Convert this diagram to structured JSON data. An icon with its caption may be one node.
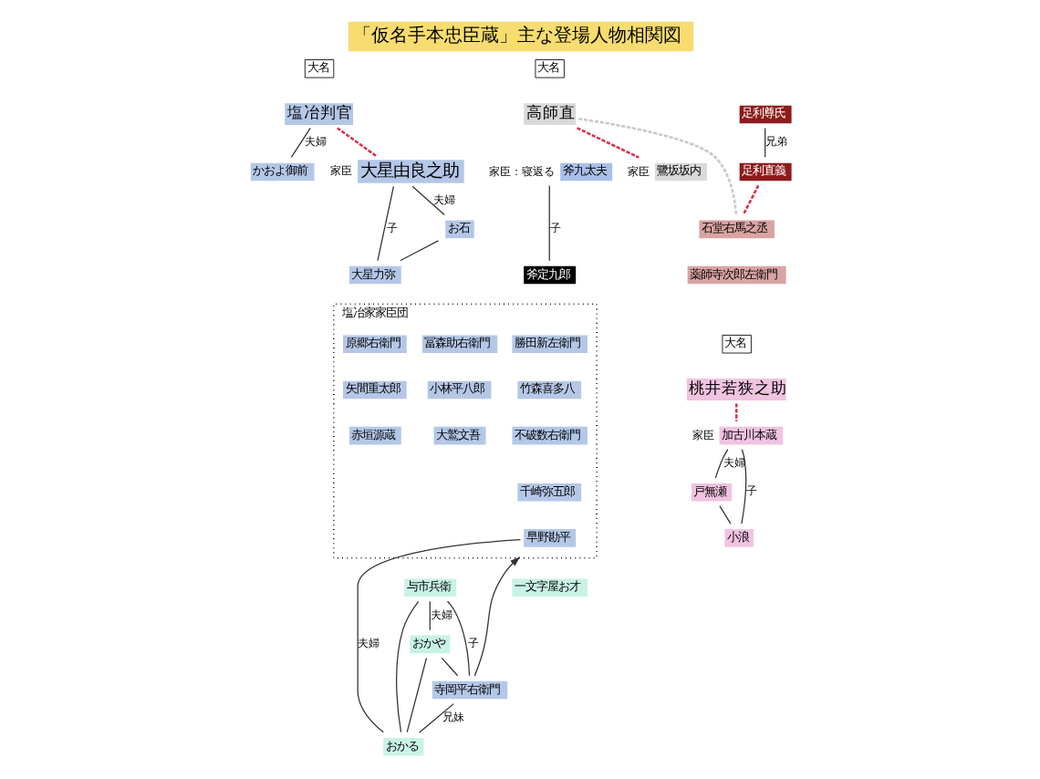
{
  "diagram": {
    "title": "「仮名手本忠臣蔵」主な登場人物相関図",
    "nodes": [
      {
        "text": [
          "大名"
        ]
      },
      {
        "text": [
          "塩冶判官"
        ]
      },
      {
        "text": [
          "かおよ御前"
        ]
      },
      {
        "text": [
          "大星由良之助"
        ],
        "beside": [
          "家臣"
        ]
      },
      {
        "text": [
          "お石"
        ]
      },
      {
        "text": [
          "大星力弥"
        ]
      },
      {
        "text": [
          "大名"
        ]
      },
      {
        "text": [
          "高師直"
        ]
      },
      {
        "text": [
          "鷺坂坂内"
        ],
        "beside": [
          "家臣"
        ]
      },
      {
        "text": [
          "足利尊氏"
        ]
      },
      {
        "text": [
          "足利直義"
        ]
      },
      {
        "text": [
          "石堂右馬之丞"
        ]
      },
      {
        "text": [
          "薬師寺次郎左衛門"
        ]
      },
      {
        "text": [
          "斧九太夫"
        ],
        "beside": [
          "家臣：寝返る"
        ]
      },
      {
        "text": [
          "斧定九郎"
        ]
      },
      {
        "text": [
          "塩冶家家臣団"
        ]
      },
      {
        "text": [
          "原郷右衛門"
        ],
        "in": 15
      },
      {
        "text": [
          "冨森助右衛門"
        ],
        "in": 15
      },
      {
        "text": [
          "勝田新左衛門"
        ],
        "in": 15
      },
      {
        "text": [
          "矢間重太郎"
        ],
        "in": 15
      },
      {
        "text": [
          "小林平八郎"
        ],
        "in": 15
      },
      {
        "text": [
          "竹森喜多八"
        ],
        "in": 15
      },
      {
        "text": [
          "赤垣源蔵"
        ],
        "in": 15
      },
      {
        "text": [
          "大鷲文吾"
        ],
        "in": 15
      },
      {
        "text": [
          "不破数右衛門"
        ],
        "in": 15
      },
      {
        "text": [
          "千崎弥五郎"
        ],
        "in": 15
      },
      {
        "text": [
          "早野勘平"
        ],
        "in": 15
      },
      {
        "text": [
          "寺岡平右衛門"
        ]
      },
      {
        "text": [
          "与市兵衛"
        ]
      },
      {
        "text": [
          "おかる"
        ]
      },
      {
        "text": [
          "おかや"
        ]
      },
      {
        "text": [
          "一文字屋お才"
        ]
      },
      {
        "text": [
          "大名"
        ]
      },
      {
        "text": [
          "桃井若狭之助"
        ]
      },
      {
        "text": [
          "加古川本蔵"
        ],
        "beside": [
          "家臣"
        ]
      },
      {
        "text": [
          "小浪"
        ]
      },
      {
        "text": [
          "戸無瀬"
        ]
      }
    ],
    "edges": [
      {
        "from": 1,
        "to": 2,
        "arrow": "none",
        "label": "夫婦"
      },
      {
        "from": 1,
        "to": 3,
        "arrow": "none",
        "style": "dashed",
        "color": "#d6304a"
      },
      {
        "from": 3,
        "to": 4,
        "arrow": "none",
        "label": "夫婦"
      },
      {
        "from": 3,
        "to": 5,
        "arrow": "none",
        "label": "子"
      },
      {
        "from": 4,
        "to": 5,
        "arrow": "none"
      },
      {
        "from": 7,
        "to": 8,
        "arrow": "none",
        "style": "dashed",
        "color": "#d6304a"
      },
      {
        "from": 7,
        "to": 11,
        "arrow": "none",
        "style": "dashed",
        "color": "#c8c8c8"
      },
      {
        "from": 9,
        "to": 10,
        "arrow": "none",
        "label": "兄弟"
      },
      {
        "from": 10,
        "to": 11,
        "arrow": "none",
        "style": "dashed",
        "color": "#d6304a"
      },
      {
        "from": 13,
        "to": 14,
        "arrow": "none",
        "label": "子"
      },
      {
        "from": 27,
        "to": 15,
        "arrow": "to"
      },
      {
        "from": 26,
        "to": 29,
        "arrow": "none",
        "label": "夫婦"
      },
      {
        "from": 27,
        "to": 29,
        "arrow": "none",
        "label": "兄妹"
      },
      {
        "from": 28,
        "to": 30,
        "arrow": "none",
        "label": "夫婦"
      },
      {
        "from": 28,
        "to": 27,
        "arrow": "none",
        "label": "子"
      },
      {
        "from": 28,
        "to": 29,
        "arrow": "none"
      },
      {
        "from": 30,
        "to": 27,
        "arrow": "none"
      },
      {
        "from": 30,
        "to": 29,
        "arrow": "none"
      },
      {
        "from": 33,
        "to": 34,
        "arrow": "none",
        "style": "dashed",
        "color": "#d6304a"
      },
      {
        "from": 34,
        "to": 36,
        "arrow": "none",
        "label": "夫婦"
      },
      {
        "from": 34,
        "to": 35,
        "arrow": "none",
        "label": "子"
      },
      {
        "from": 36,
        "to": 35,
        "arrow": "none"
      }
    ]
  }
}
